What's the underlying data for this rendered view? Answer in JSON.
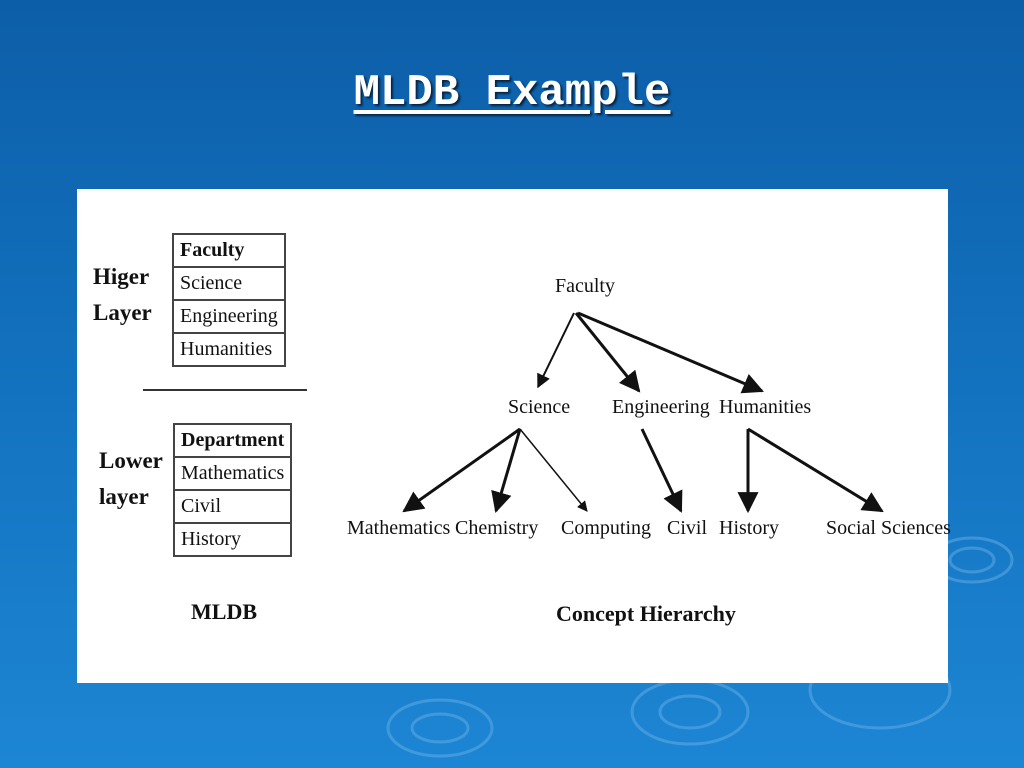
{
  "slide": {
    "title": "MLDB Example"
  },
  "mldb": {
    "higher_label_line1": "Higer",
    "higher_label_line2": "Layer",
    "lower_label_line1": "Lower",
    "lower_label_line2": "layer",
    "higher_table": {
      "header": "Faculty",
      "rows": [
        "Science",
        "Engineering",
        "Humanities"
      ]
    },
    "lower_table": {
      "header": "Department",
      "rows": [
        "Mathematics",
        "Civil",
        "History"
      ]
    },
    "caption": "MLDB"
  },
  "hierarchy": {
    "root": "Faculty",
    "level1": [
      "Science",
      "Engineering",
      "Humanities"
    ],
    "level2": [
      "Mathematics",
      "Chemistry",
      "Computing",
      "Civil",
      "History",
      "Social Sciences"
    ],
    "caption": "Concept Hierarchy"
  }
}
